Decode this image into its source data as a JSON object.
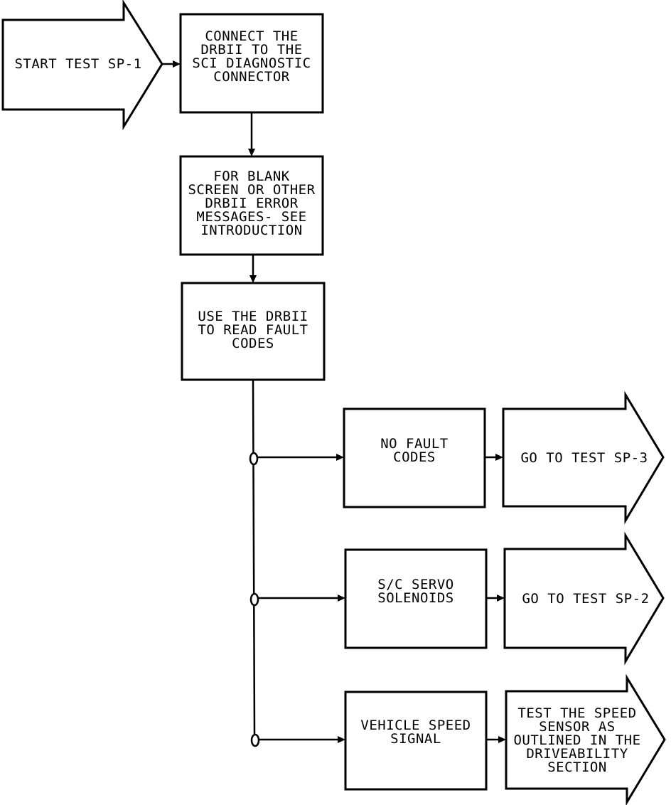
{
  "start": {
    "label": "START TEST SP-1"
  },
  "steps": [
    {
      "id": "connect",
      "label": "CONNECT THE\nDRBII TO THE\nSCI DIAGNOSTIC\nCONNECTOR"
    },
    {
      "id": "blank",
      "label": "FOR BLANK\nSCREEN OR OTHER\nDRBII ERROR\nMESSAGES- SEE\nINTRODUCTION"
    },
    {
      "id": "read",
      "label": "USE THE DRBII\nTO READ FAULT\nCODES"
    }
  ],
  "branches": [
    {
      "condition": "NO FAULT\nCODES",
      "result": "GO TO TEST SP-3"
    },
    {
      "condition": "S/C SERVO\nSOLENOIDS",
      "result": "GO TO TEST SP-2"
    },
    {
      "condition": "VEHICLE SPEED\nSIGNAL",
      "result": "TEST THE SPEED\nSENSOR AS\nOUTLINED IN THE\nDRIVEABILITY\nSECTION"
    }
  ]
}
